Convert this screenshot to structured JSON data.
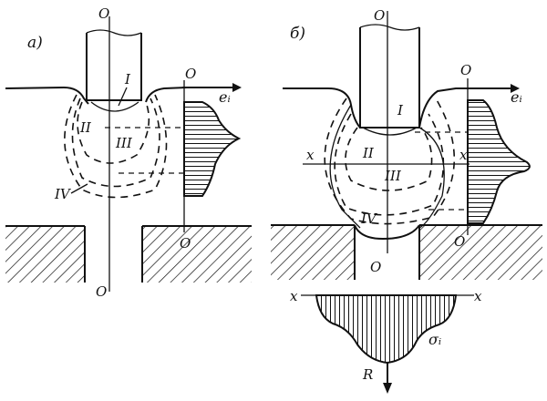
{
  "labels": {
    "panel_a": "a)",
    "panel_b": "б)",
    "axis_o": "O",
    "zone_1": "I",
    "zone_2": "II",
    "zone_3": "III",
    "zone_4": "IV",
    "strain": "eᵢ",
    "stress": "σᵢ",
    "section_x": "x",
    "force": "R"
  }
}
